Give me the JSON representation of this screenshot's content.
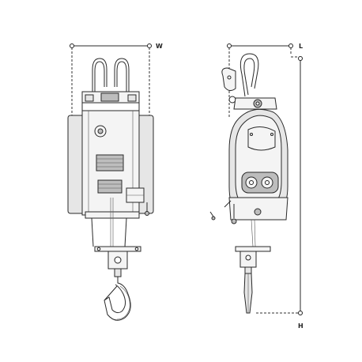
{
  "dimensions": {
    "width_label": "W",
    "length_label": "L",
    "height_label": "H"
  },
  "colors": {
    "line": "#2a2a2a",
    "body_fill": "#e6e6e6",
    "background": "#ffffff"
  }
}
